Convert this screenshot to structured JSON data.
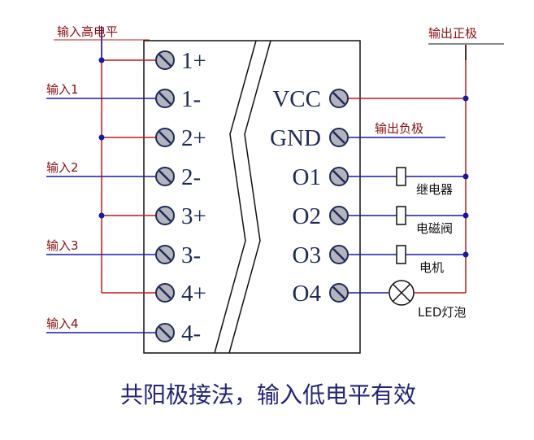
{
  "colors": {
    "red": "#c21818",
    "blue": "#1a1aa0",
    "black": "#111111",
    "label_red": "#8a1010",
    "text_dark": "#1e2a5a",
    "terminal_fill": "#b4b4bc",
    "caption": "#23237a"
  },
  "labels": {
    "input_high": "输入高电平",
    "input1": "输入1",
    "input2": "输入2",
    "input3": "输入3",
    "input4": "输入4",
    "out_positive": "输出正极",
    "out_negative": "输出负极",
    "relay": "继电器",
    "solenoid_valve": "电磁阀",
    "motor": "电机",
    "led_lamp": "LED灯泡"
  },
  "left_terminals": [
    "1+",
    "1-",
    "2+",
    "2-",
    "3+",
    "3-",
    "4+",
    "4-"
  ],
  "right_terminals": [
    "VCC",
    "GND",
    "O1",
    "O2",
    "O3",
    "O4"
  ],
  "caption": "共阳极接法，输入低电平有效"
}
